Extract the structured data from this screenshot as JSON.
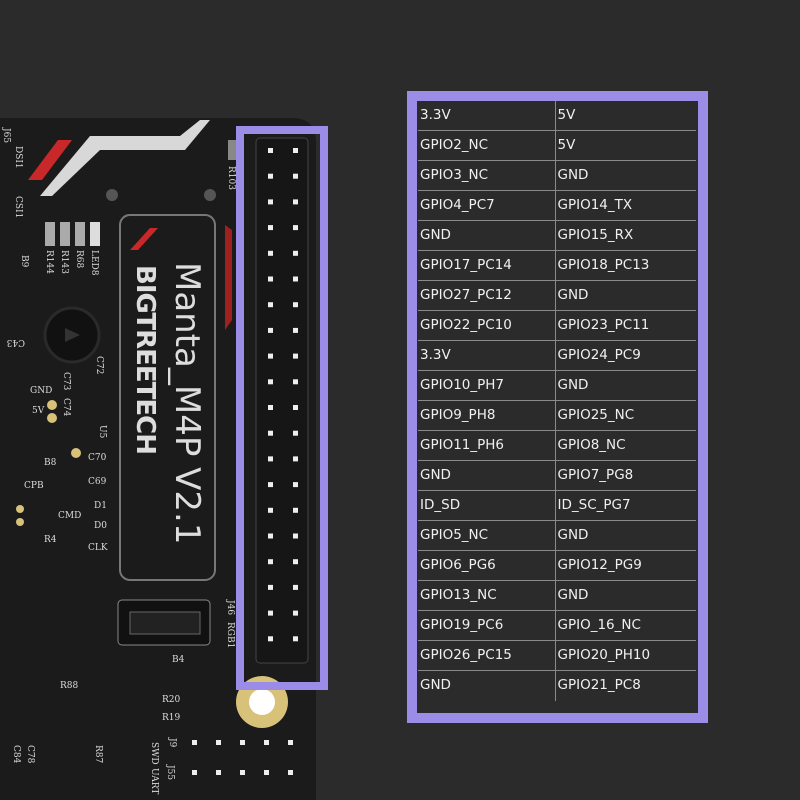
{
  "board": {
    "model_label": "Manta_M4P V2.1",
    "brand_logo": "BIGTREETECH",
    "silkscreen": [
      "J65",
      "DSI1",
      "CSI1",
      "R103",
      "B9",
      "R144",
      "R143",
      "R68",
      "LED8",
      "C43",
      "C73",
      "C74",
      "C72",
      "GND",
      "5V",
      "U5",
      "C70",
      "C69",
      "B8",
      "CPB",
      "D1",
      "CMD",
      "D0",
      "CLK",
      "R4",
      "J46",
      "RGB1",
      "B4",
      "R88",
      "R20",
      "R19",
      "J9",
      "SWD",
      "J55",
      "UART",
      "C84",
      "C78",
      "R87"
    ],
    "colors": {
      "board": "#1b1b1c",
      "accent_red": "#c8282a",
      "highlight": "#9b8ce8"
    }
  },
  "pinout": {
    "rows": [
      [
        "3.3V",
        "5V"
      ],
      [
        "GPIO2_NC",
        "5V"
      ],
      [
        "GPIO3_NC",
        "GND"
      ],
      [
        "GPIO4_PC7",
        "GPIO14_TX"
      ],
      [
        "GND",
        "GPIO15_RX"
      ],
      [
        "GPIO17_PC14",
        "GPIO18_PC13"
      ],
      [
        "GPIO27_PC12",
        "GND"
      ],
      [
        "GPIO22_PC10",
        "GPIO23_PC11"
      ],
      [
        "3.3V",
        "GPIO24_PC9"
      ],
      [
        "GPIO10_PH7",
        "GND"
      ],
      [
        "GPIO9_PH8",
        "GPIO25_NC"
      ],
      [
        "GPIO11_PH6",
        "GPIO8_NC"
      ],
      [
        "GND",
        "GPIO7_PG8"
      ],
      [
        "ID_SD",
        "ID_SC_PG7"
      ],
      [
        "GPIO5_NC",
        "GND"
      ],
      [
        "GPIO6_PG6",
        "GPIO12_PG9"
      ],
      [
        "GPIO13_NC",
        "GND"
      ],
      [
        "GPIO19_PC6",
        "GPIO_16_NC"
      ],
      [
        "GPIO26_PC15",
        "GPIO20_PH10"
      ],
      [
        "GND",
        "GPIO21_PC8"
      ]
    ]
  }
}
